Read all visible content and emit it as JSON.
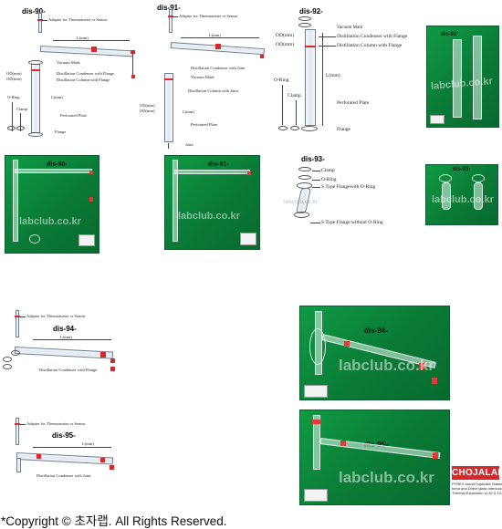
{
  "dis90": {
    "model": "dis-90-",
    "labels": {
      "adapter": "Adapter for Thermometer or Sensor",
      "length": "L(mm)",
      "vacuum": "Vacuum Mark",
      "od1": "OD(mm)",
      "od2": "OD(mm)",
      "condenser": "Distillation Condenser with Flange",
      "column": "Distillation Column with Flange",
      "oring": "O-Ring",
      "clamp": "Clamp",
      "l2": "L(mm)",
      "plate": "Perforated Plate",
      "flange": "Flange"
    }
  },
  "dis91": {
    "model": "dis-91-",
    "labels": {
      "adapter": "Adapter for Thermometer or Sensor",
      "length": "L(mm)",
      "condenser": "Distillation Condenser with Joint",
      "vacuum": "Vacuum Mark",
      "column": "Distillation Column with Joint",
      "od1": "OD(mm)",
      "od2": "OD(mm)",
      "l2": "L(mm)",
      "plate": "Perforated Plate",
      "joint": "Joint"
    }
  },
  "dis92": {
    "model": "dis-92-",
    "labels": {
      "vacuum": "Vacuum Mark",
      "od1": "OD(mm)",
      "od2": "OD(mm)",
      "condenser": "Distillation Condenser with Flange",
      "column": "Distillation Column with Flange",
      "length": "L(mm)",
      "oring": "O-Ring",
      "clamp": "Clamp",
      "plate": "Perforated Plate",
      "flange": "Flange"
    }
  },
  "dis93": {
    "model": "dis-93-",
    "labels": {
      "clamp": "Clamp",
      "oring": "O-Ring",
      "stype_with": "S Type Flangewith O-Ring",
      "stype_without": "S Type Flange without O-Ring"
    }
  },
  "dis94": {
    "model": "dis-94-",
    "labels": {
      "adapter": "Adapter for Thermometer or Sensor",
      "length": "L(mm)",
      "condenser": "Distillation Condenser with Flange"
    }
  },
  "dis95": {
    "model": "dis-95-",
    "labels": {
      "adapter": "Adapter for Thermometer or Sensor",
      "length": "L(mm)",
      "condenser": "Distillation Condenser with Joint"
    }
  },
  "photos": {
    "p90": "dis-90-",
    "p91": "dis-91-",
    "p92": "dis-92-",
    "p93": "dis-93-",
    "p94": "dis-94-",
    "p95": "dis-95-",
    "watermark": "labclub.co.kr"
  },
  "brand": {
    "name": "CHOJALAB",
    "line1": "PYREX brand Duplicate Glassware",
    "line2": "bend and Direct glass interlock",
    "line3": "Thermal Expansion α=32 X 10-7/K"
  },
  "footer": {
    "copyright": "*Copyright © 초자랩.      All Rights Reserved."
  },
  "colors": {
    "photo_bg": "#0f9a45",
    "accent": "#d8282c"
  }
}
